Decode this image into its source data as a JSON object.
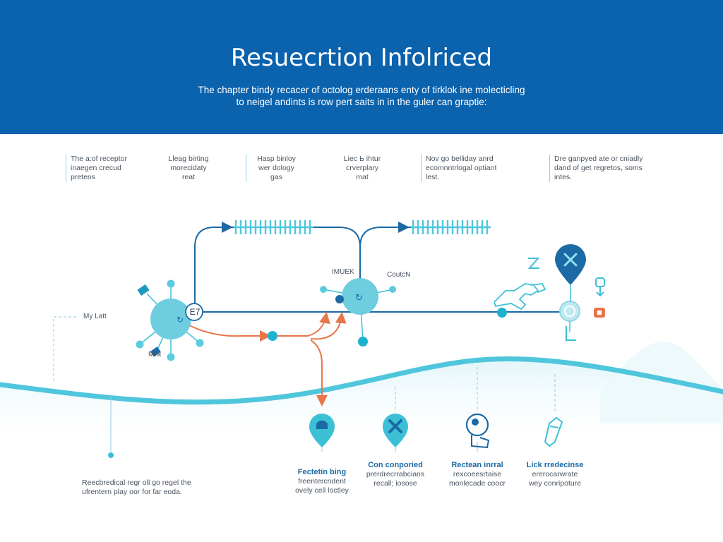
{
  "header": {
    "title": "Resuecrtion Infolriced",
    "subtitle_line1": "The chapter bindy recacer of octolog erderaans enty of tirklok ine molecticling",
    "subtitle_line2": "to neigel andints is row pert saits in in the guler can graptie:"
  },
  "top_notes": [
    {
      "lines": [
        "The a:of receptor",
        "inaegen crecud",
        "pretens"
      ]
    },
    {
      "lines": [
        "Lleag birting",
        "morecidaty",
        "reat"
      ]
    },
    {
      "lines": [
        "Hasp binloy",
        "wer dology",
        "gas"
      ]
    },
    {
      "lines": [
        "Liec Ь ihtur",
        "crverplary",
        "mat"
      ]
    },
    {
      "lines": [
        "Nov go belliday anrd",
        "ecomnntrlogal optiant",
        "lest."
      ]
    },
    {
      "lines": [
        "Dre ganpyed ate or cniadly",
        "dand of get regretos, soms",
        "intes."
      ]
    }
  ],
  "diagram_labels": {
    "left_side": "My Latt",
    "receptor_badge": "E7",
    "receptor_bottom": "Mик",
    "hub_left": "IMUEK",
    "hub_right": "CoutcN"
  },
  "bottom_items": [
    {
      "title": "Fectetin bing",
      "lines": [
        "freentercndent",
        "ovely cell loctley"
      ]
    },
    {
      "title": "Con conporied",
      "lines": [
        "prerdrecrrabcians",
        "recall; iosose"
      ]
    },
    {
      "title": "Rectean inrral",
      "lines": [
        "rexcoeesrtaise",
        "monlecade coocr"
      ]
    },
    {
      "title": "Lick rredecinse",
      "lines": [
        "ererocarwrate",
        "wey conripoture"
      ]
    }
  ],
  "footer": {
    "line1": "Reecbredical regr oll go regel the",
    "line2": "ufrentern play oor for far eoda."
  },
  "colors": {
    "header_bg": "#0b62ad",
    "primary_line": "#1b6aa5",
    "accent_cyan": "#3cc0d6",
    "wave": "#4fc6dc",
    "orange": "#e8764a"
  },
  "icons": [
    "receptor-node-icon",
    "hub-node-icon",
    "close-marker-icon",
    "pin-icon"
  ]
}
